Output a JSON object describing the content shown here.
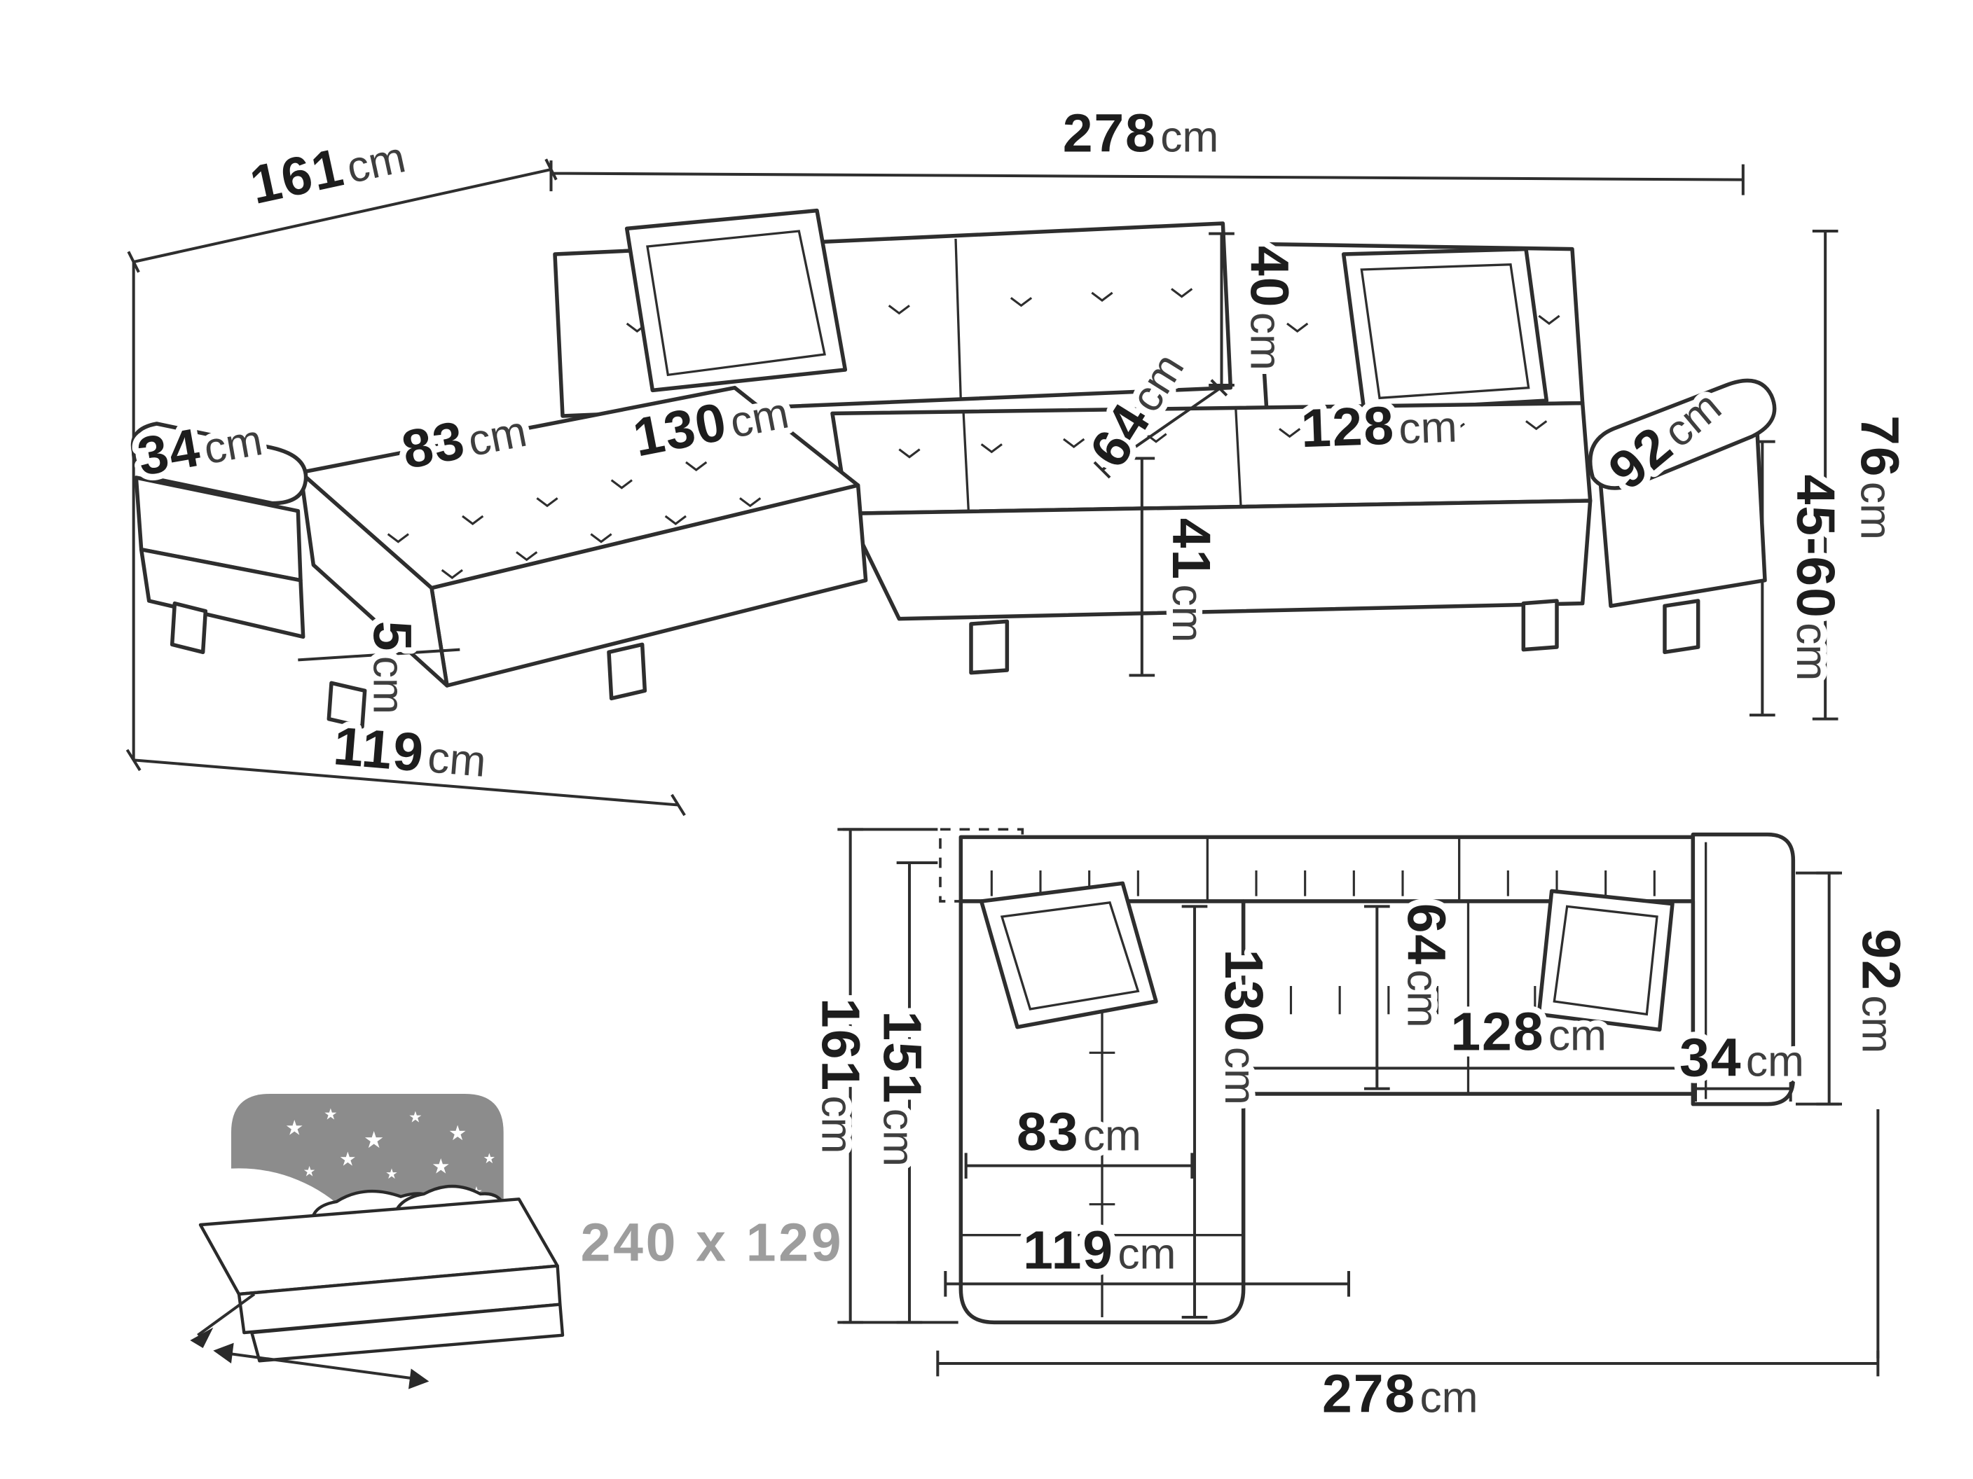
{
  "colors": {
    "background": "#ffffff",
    "line": "#2e2e2e",
    "number": "#1d1d1d",
    "unit": "#3e3e3e",
    "muted_gray": "#9d9d9d",
    "icon_gray": "#8c8c8c"
  },
  "perspective_view": {
    "depth_total": {
      "value": "161",
      "unit": "cm"
    },
    "width_total": {
      "value": "278",
      "unit": "cm"
    },
    "backrest_thickness": {
      "value": "40",
      "unit": "cm"
    },
    "seat_depth": {
      "value": "64",
      "unit": "cm"
    },
    "armrest_width_left": {
      "value": "34",
      "unit": "cm"
    },
    "chaise_seat_width": {
      "value": "83",
      "unit": "cm"
    },
    "chaise_seat_length": {
      "value": "130",
      "unit": "cm"
    },
    "seat_width_right": {
      "value": "128",
      "unit": "cm"
    },
    "armrest_length_right": {
      "value": "92",
      "unit": "cm"
    },
    "height_total": {
      "value": "76",
      "unit": "cm"
    },
    "seat_height_range": {
      "value": "45-60",
      "unit": "cm"
    },
    "seat_height": {
      "value": "41",
      "unit": "cm"
    },
    "leg_height": {
      "value": "5",
      "unit": "cm"
    },
    "chaise_length_outer": {
      "value": "119",
      "unit": "cm"
    }
  },
  "plan_view": {
    "depth_total": {
      "value": "161",
      "unit": "cm"
    },
    "depth_inner": {
      "value": "151",
      "unit": "cm"
    },
    "chaise_seat_length": {
      "value": "130",
      "unit": "cm"
    },
    "seat_depth": {
      "value": "64",
      "unit": "cm"
    },
    "armrest_length_right": {
      "value": "92",
      "unit": "cm"
    },
    "seat_width_right": {
      "value": "128",
      "unit": "cm"
    },
    "armrest_width_right": {
      "value": "34",
      "unit": "cm"
    },
    "chaise_seat_width": {
      "value": "83",
      "unit": "cm"
    },
    "chaise_width_outer": {
      "value": "119",
      "unit": "cm"
    },
    "width_total": {
      "value": "278",
      "unit": "cm"
    }
  },
  "sleeping_function": {
    "size_label": "240 x 129"
  },
  "icons": {
    "star": "★"
  }
}
